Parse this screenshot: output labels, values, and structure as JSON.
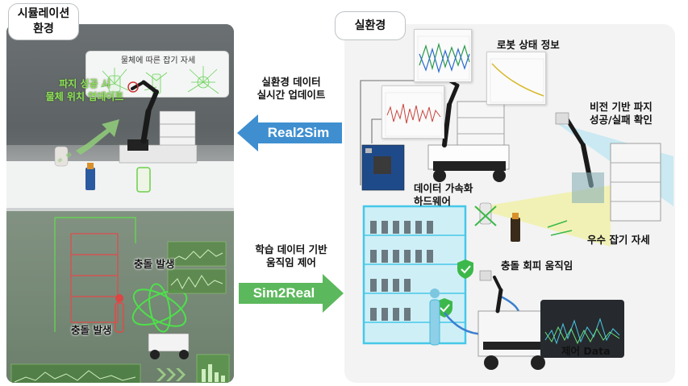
{
  "simulation": {
    "title_line1": "시뮬레이션",
    "title_line2": "환경",
    "pose_label": "물체에 따른 잡기 자세",
    "grasp_update_line1": "파지 성공 시",
    "grasp_update_line2": "물체 위치 업데이트",
    "collision_upper": "충돌 발생",
    "collision_lower": "충돌 발생"
  },
  "real": {
    "title": "실환경",
    "robot_status": "로봇 상태 정보",
    "vision_line1": "비전 기반 파지",
    "vision_line2": "성공/실패 확인",
    "accel_line1": "데이터 가속화",
    "accel_line2": "하드웨어",
    "best_grasp": "우수 잡기 자세",
    "collision_avoid": "충돌 회피 움직임",
    "control_data": "제어 Data"
  },
  "arrows": {
    "real2sim_label_line1": "실환경 데이터",
    "real2sim_label_line2": "실시간 업데이트",
    "real2sim": "Real2Sim",
    "sim2real_label_line1": "학습 데이터 기반",
    "sim2real_label_line2": "움직임 제어",
    "sim2real": "Sim2Real"
  },
  "colors": {
    "sim_panel": "#555a5c",
    "real_panel": "#f3f3f3",
    "real2sim_arrow": "#3f8fd0",
    "sim2real_arrow": "#5cb85c",
    "highlight_green": "#8fe05a",
    "shelf_glow": "#46c8e8",
    "vision_cone": "#7fd6f0",
    "best_pose_cone": "#f0f06a"
  }
}
